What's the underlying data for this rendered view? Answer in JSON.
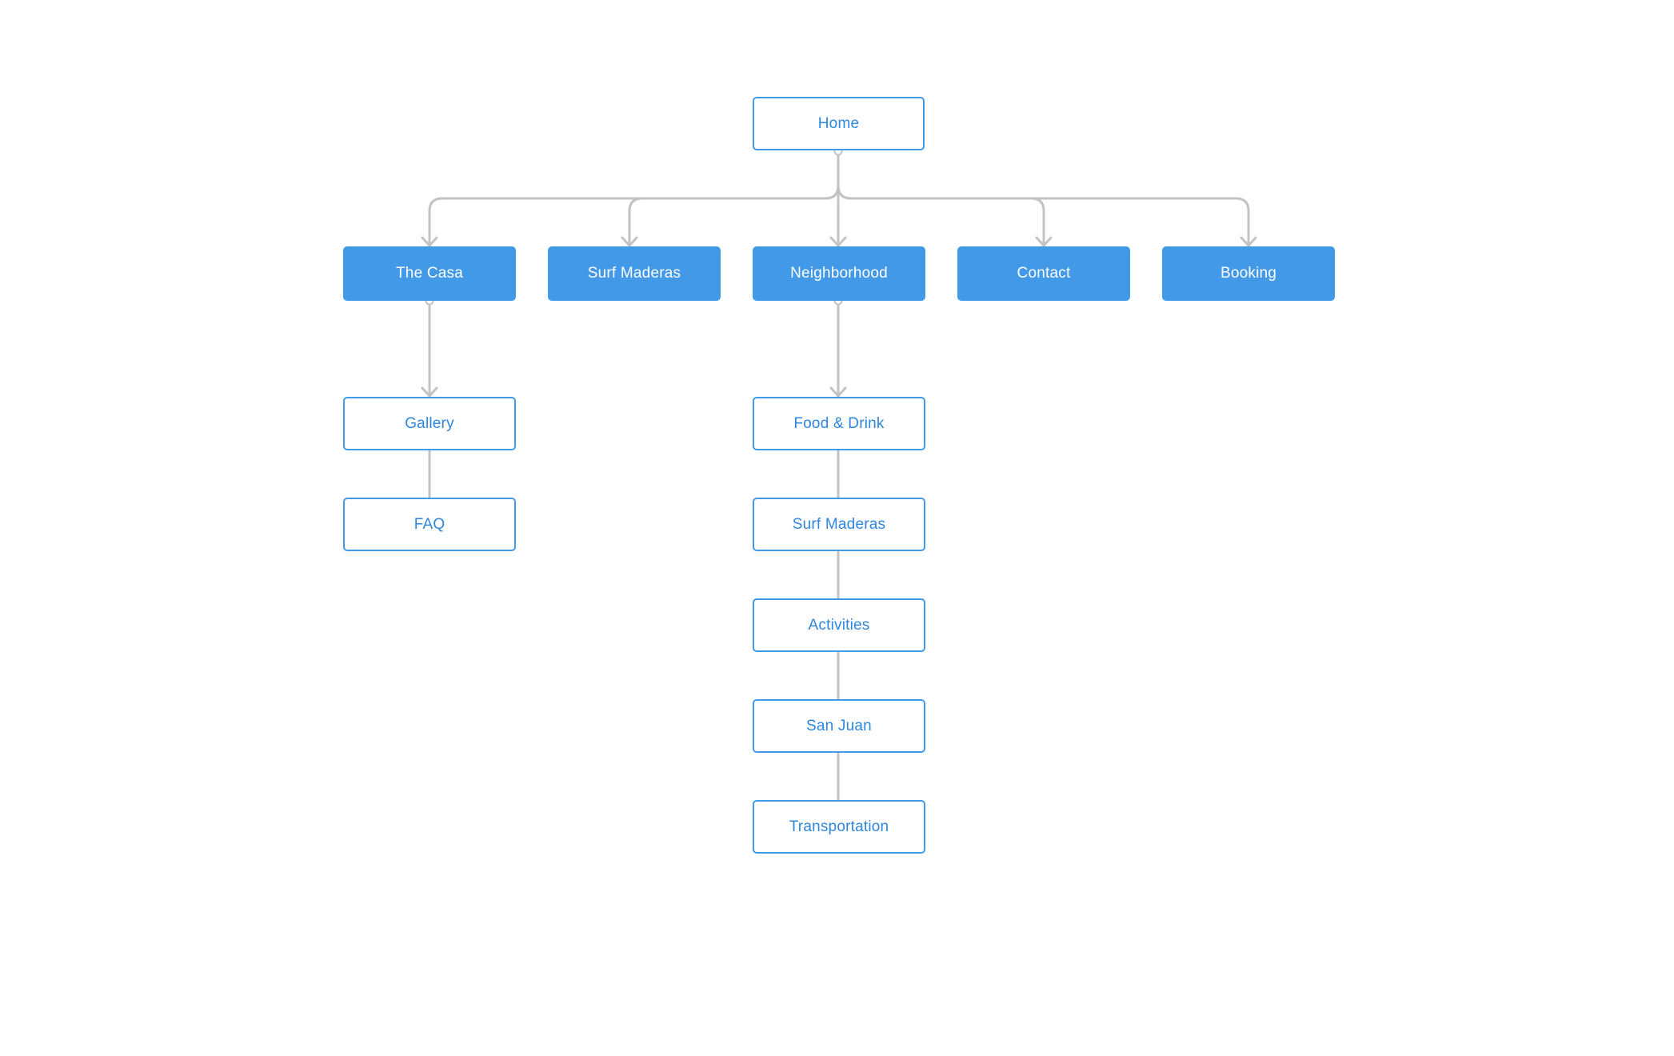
{
  "colors": {
    "accent": "#4299E8",
    "node_text_outline": "#2E86DE",
    "node_text_filled": "#FFFFFF",
    "connector": "#C3C3C3",
    "background": "#FFFFFF"
  },
  "sitemap": {
    "root": {
      "label": "Home"
    },
    "sections": [
      {
        "label": "The Casa"
      },
      {
        "label": "Surf Maderas"
      },
      {
        "label": "Neighborhood"
      },
      {
        "label": "Contact"
      },
      {
        "label": "Booking"
      }
    ],
    "the_casa_pages": [
      {
        "label": "Gallery"
      },
      {
        "label": "FAQ"
      }
    ],
    "neighborhood_pages": [
      {
        "label": "Food & Drink"
      },
      {
        "label": "Surf Maderas"
      },
      {
        "label": "Activities"
      },
      {
        "label": "San Juan"
      },
      {
        "label": "Transportation"
      }
    ]
  }
}
